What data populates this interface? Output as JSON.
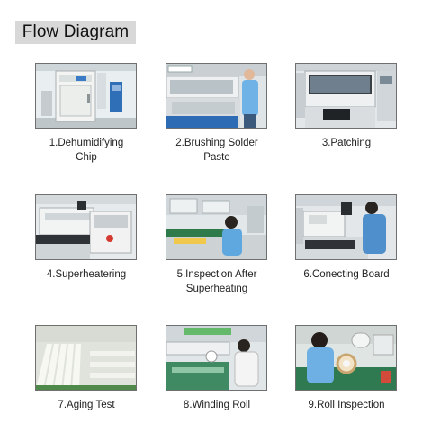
{
  "header": {
    "title": "Flow Diagram"
  },
  "steps": [
    {
      "label_lines": [
        "1.Dehumidifying",
        "Chip"
      ],
      "image": "dehumidifying-oven"
    },
    {
      "label_lines": [
        "2.Brushing Solder",
        "Paste"
      ],
      "image": "solder-paste-printer"
    },
    {
      "label_lines": [
        "3.Patching"
      ],
      "image": "pick-and-place-machine"
    },
    {
      "label_lines": [
        "4.Superheatering"
      ],
      "image": "reflow-oven"
    },
    {
      "label_lines": [
        "5.Inspection After",
        "Superheating"
      ],
      "image": "inspection-station"
    },
    {
      "label_lines": [
        "6.Conecting Board"
      ],
      "image": "board-connecting-machine"
    },
    {
      "label_lines": [
        "7.Aging Test"
      ],
      "image": "aging-test-rack"
    },
    {
      "label_lines": [
        "8.Winding Roll"
      ],
      "image": "winding-station"
    },
    {
      "label_lines": [
        "9.Roll Inspection"
      ],
      "image": "roll-inspection"
    }
  ]
}
